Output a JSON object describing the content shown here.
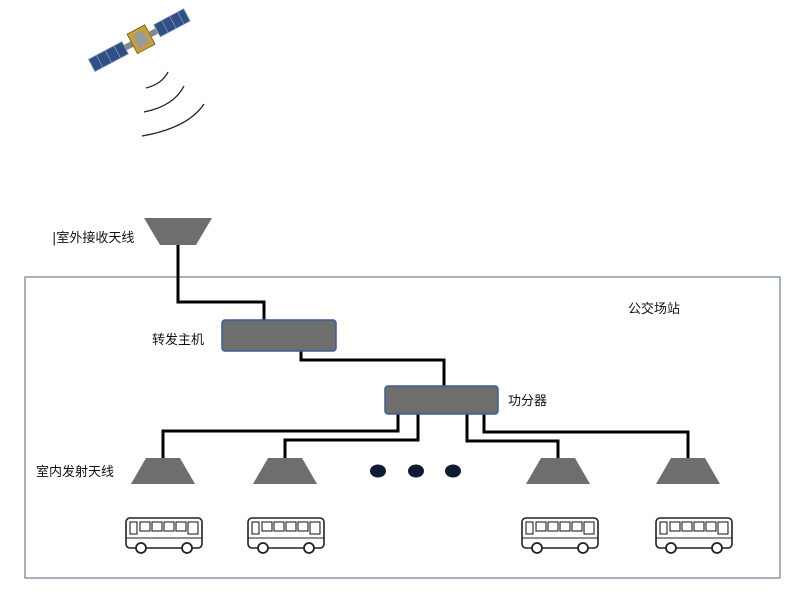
{
  "labels": {
    "outdoor_antenna": "|室外接收天线",
    "repeater_host": "转发主机",
    "power_splitter": "功分器",
    "station": "公交场站",
    "indoor_antenna": "室内发射天线"
  },
  "colors": {
    "device_fill": "#6e6e6e",
    "device_border": "#3f5f8f",
    "line": "#000000",
    "frame": "#6d7f96",
    "satellite_panel": "#2f4f86",
    "satellite_body": "#c9a13a"
  },
  "icons": {
    "satellite": "satellite-icon",
    "signal": "signal-waves-icon",
    "bus": "bus-icon",
    "ellipsis": "ellipsis-dots-icon"
  }
}
